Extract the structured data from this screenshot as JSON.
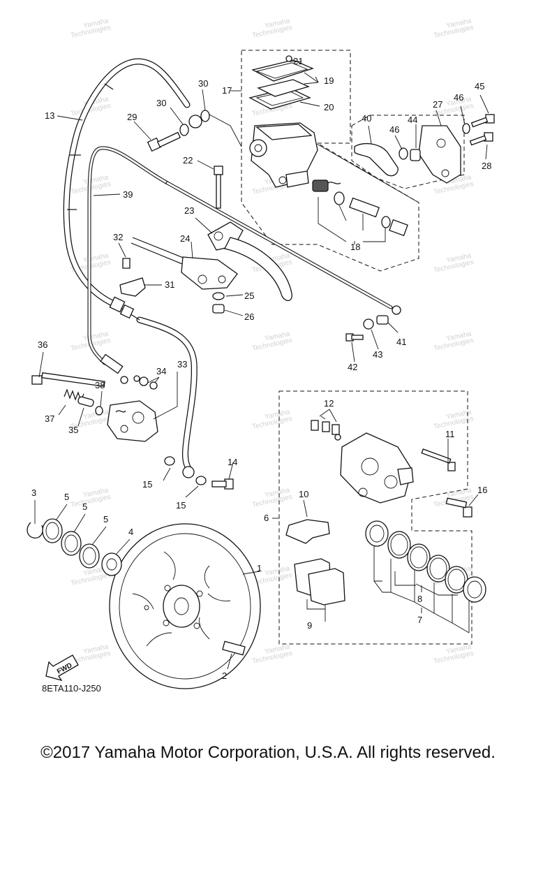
{
  "diagram": {
    "code": "8ETA110-J250",
    "fwd_label": "FWD",
    "watermark": {
      "line1": "Yamaha",
      "line2": "Technologies"
    },
    "callouts": [
      "1",
      "2",
      "3",
      "4",
      "5",
      "5",
      "5",
      "6",
      "7",
      "8",
      "9",
      "10",
      "11",
      "12",
      "13",
      "14",
      "15",
      "15",
      "16",
      "17",
      "18",
      "19",
      "20",
      "21",
      "22",
      "23",
      "24",
      "25",
      "26",
      "27",
      "28",
      "29",
      "30",
      "30",
      "31",
      "32",
      "33",
      "34",
      "35",
      "36",
      "37",
      "38",
      "39",
      "40",
      "41",
      "42",
      "43",
      "44",
      "45",
      "46",
      "46"
    ]
  },
  "copyright": "©2017 Yamaha Motor Corporation, U.S.A. All rights reserved."
}
